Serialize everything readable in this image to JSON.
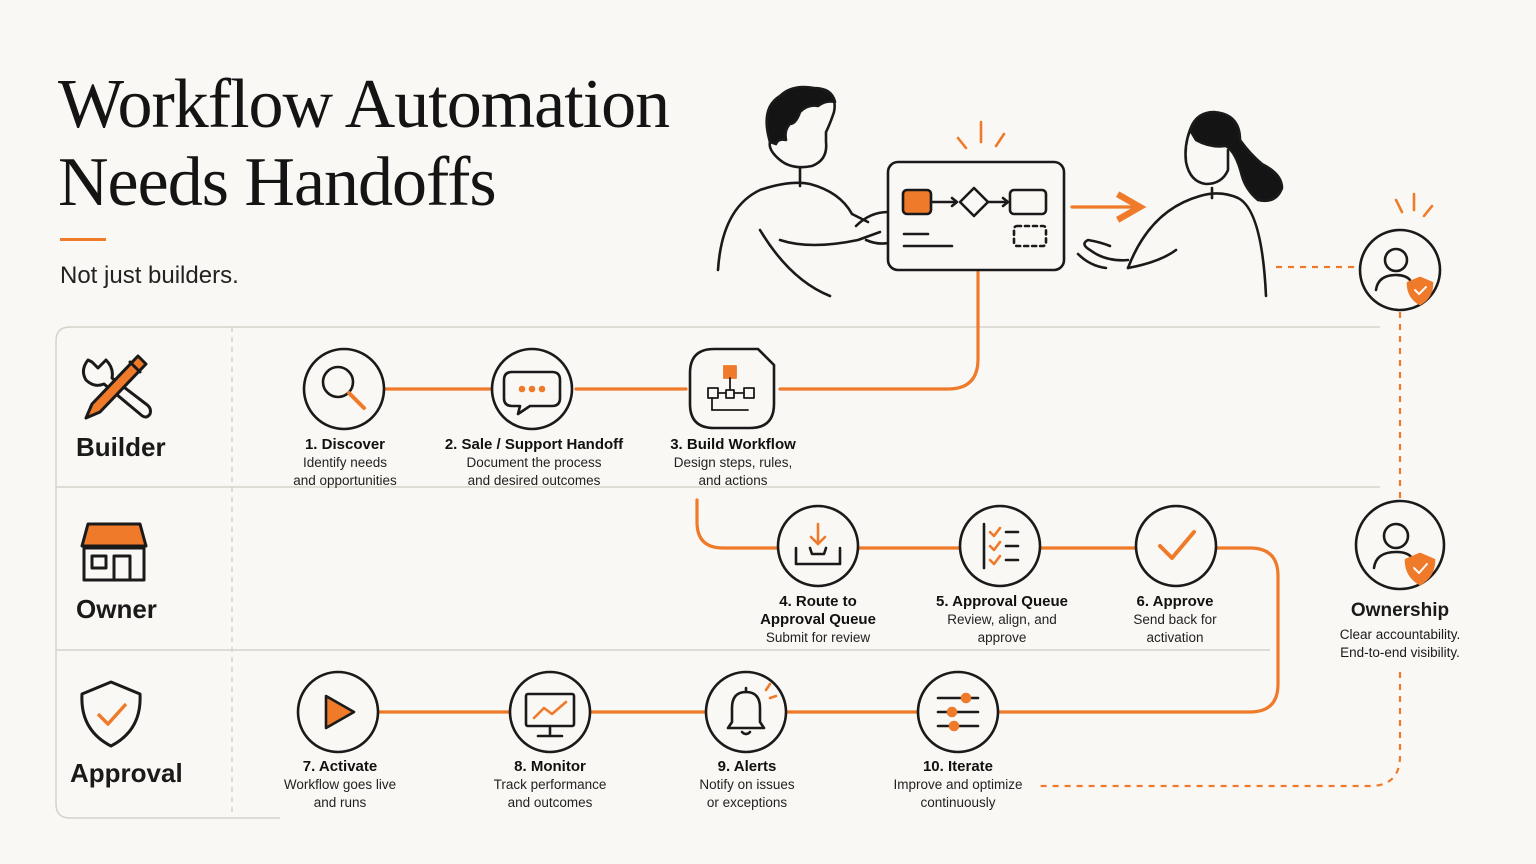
{
  "header": {
    "title_line1": "Workflow Automation",
    "title_line2": "Needs Handoffs",
    "subtitle": "Not just builders."
  },
  "lanes": [
    {
      "label": "Builder",
      "icon": "wrench-pencil-icon"
    },
    {
      "label": "Owner",
      "icon": "storefront-icon"
    },
    {
      "label": "Approval",
      "icon": "shield-check-icon"
    }
  ],
  "steps": [
    {
      "title": "1. Discover",
      "line1": "Identify needs",
      "line2": "and opportunities",
      "icon": "magnifier-icon"
    },
    {
      "title": "2. Sale / Support Handoff",
      "line1": "Document the process",
      "line2": "and desired outcomes",
      "icon": "chat-bubble-icon"
    },
    {
      "title": "3. Build Workflow",
      "line1": "Design steps, rules,",
      "line2": "and actions",
      "icon": "flow-document-icon"
    },
    {
      "title": "4. Route to",
      "title2": "Approval Queue",
      "line1": "Submit for review",
      "icon": "inbox-download-icon"
    },
    {
      "title": "5. Approval Queue",
      "line1": "Review, align, and",
      "line2": "approve",
      "icon": "checklist-icon"
    },
    {
      "title": "6. Approve",
      "line1": "Send back for",
      "line2": "activation",
      "icon": "checkmark-icon"
    },
    {
      "title": "7. Activate",
      "line1": "Workflow goes live",
      "line2": "and runs",
      "icon": "play-icon"
    },
    {
      "title": "8. Monitor",
      "line1": "Track performance",
      "line2": "and outcomes",
      "icon": "monitor-chart-icon"
    },
    {
      "title": "9. Alerts",
      "line1": "Notify on issues",
      "line2": "or exceptions",
      "icon": "bell-icon"
    },
    {
      "title": "10. Iterate",
      "line1": "Improve and optimize",
      "line2": "continuously",
      "icon": "sliders-icon"
    }
  ],
  "ownership": {
    "title": "Ownership",
    "line1": "Clear accountability.",
    "line2": "End-to-end visibility.",
    "icon": "user-shield-icon"
  },
  "colors": {
    "accent": "#ee7a2a",
    "ink": "#1a1a1a",
    "background": "#faf8f4",
    "divider": "#d6d2cb"
  }
}
